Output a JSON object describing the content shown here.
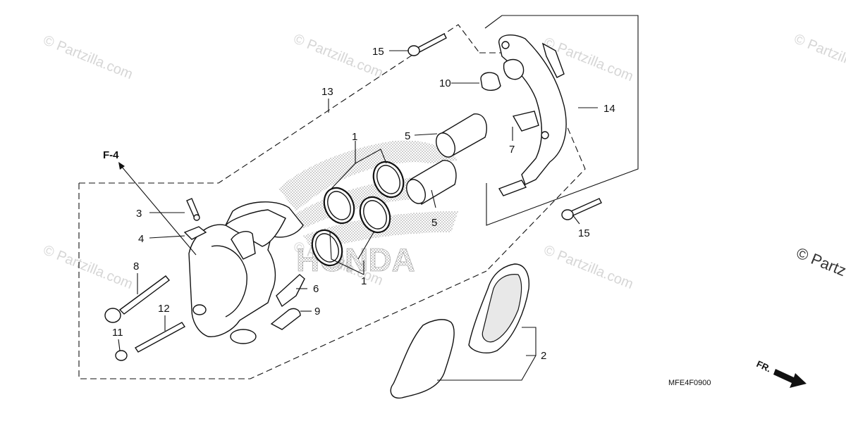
{
  "watermark": {
    "text": "© Partzilla.com",
    "corner_text": "© Partz"
  },
  "diagram": {
    "code": "MFE4F0900",
    "reference": "F-4",
    "direction": "FR.",
    "logo": "HONDA",
    "callouts": [
      {
        "id": "c1a",
        "label": "1"
      },
      {
        "id": "c1b",
        "label": "1"
      },
      {
        "id": "c2",
        "label": "2"
      },
      {
        "id": "c3",
        "label": "3"
      },
      {
        "id": "c4",
        "label": "4"
      },
      {
        "id": "c5a",
        "label": "5"
      },
      {
        "id": "c5b",
        "label": "5"
      },
      {
        "id": "c6",
        "label": "6"
      },
      {
        "id": "c7",
        "label": "7"
      },
      {
        "id": "c8",
        "label": "8"
      },
      {
        "id": "c9",
        "label": "9"
      },
      {
        "id": "c10",
        "label": "10"
      },
      {
        "id": "c11",
        "label": "11"
      },
      {
        "id": "c12",
        "label": "12"
      },
      {
        "id": "c13",
        "label": "13"
      },
      {
        "id": "c14",
        "label": "14"
      },
      {
        "id": "c15a",
        "label": "15"
      },
      {
        "id": "c15b",
        "label": "15"
      }
    ]
  }
}
